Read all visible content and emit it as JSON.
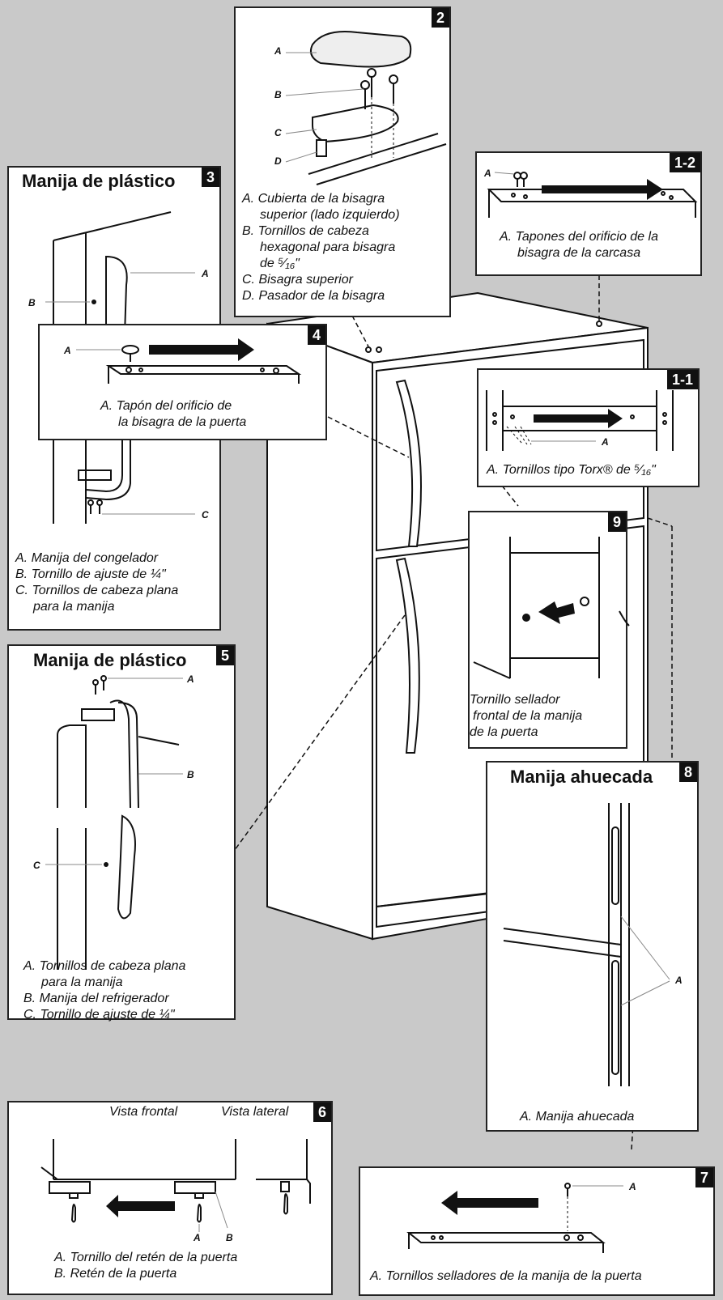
{
  "figure": {
    "panels": {
      "p2": {
        "badge": "2",
        "labels": [
          "A",
          "B",
          "C",
          "D"
        ],
        "captions": [
          "A. Cubierta de la bisagra",
          "superior (lado izquierdo)",
          "B. Tornillos de cabeza",
          "hexagonal para bisagra",
          "de ⁵⁄₁₆\"",
          "C. Bisagra superior",
          "D. Pasador de la bisagra"
        ]
      },
      "p12": {
        "badge": "1-2",
        "labels": [
          "A"
        ],
        "captions": [
          "A. Tapones del orificio de la",
          "bisagra de la carcasa"
        ]
      },
      "p3": {
        "badge": "3",
        "title": "Manija de plástico",
        "labels": [
          "A",
          "B",
          "C"
        ],
        "captions": [
          "A. Manija del congelador",
          "B. Tornillo de ajuste de ¼\"",
          "C. Tornillos de cabeza plana",
          "para la manija"
        ]
      },
      "p4": {
        "badge": "4",
        "labels": [
          "A"
        ],
        "captions": [
          "A. Tapón del orificio de",
          "la bisagra de la puerta"
        ]
      },
      "p11": {
        "badge": "1-1",
        "labels": [
          "A"
        ],
        "captions": [
          "A. Tornillos tipo Torx® de ⁵⁄₁₆\""
        ]
      },
      "p9": {
        "badge": "9",
        "captions": [
          "Tornillo sellador",
          "frontal de la manija",
          "de la puerta"
        ]
      },
      "p5": {
        "badge": "5",
        "title": "Manija de plástico",
        "labels": [
          "A",
          "B",
          "C"
        ],
        "captions": [
          "A. Tornillos de cabeza plana",
          "para la manija",
          "B. Manija del refrigerador",
          "C. Tornillo de ajuste de ¼\""
        ]
      },
      "p8": {
        "badge": "8",
        "title": "Manija ahuecada",
        "labels": [
          "A"
        ],
        "captions": [
          "A. Manija ahuecada"
        ]
      },
      "p6": {
        "badge": "6",
        "front_view": "Vista frontal",
        "side_view": "Vista lateral",
        "labels": [
          "A",
          "B"
        ],
        "captions": [
          "A. Tornillo del retén de la puerta",
          "B. Retén de la puerta"
        ]
      },
      "p7": {
        "badge": "7",
        "labels": [
          "A"
        ],
        "captions": [
          "A. Tornillos selladores de la manija de la puerta"
        ]
      }
    }
  }
}
